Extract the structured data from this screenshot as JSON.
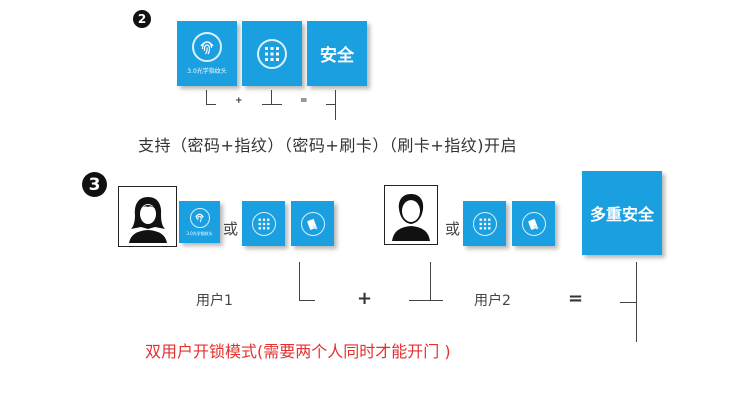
{
  "step2": {
    "number": "2",
    "tiles": [
      {
        "icon": "fingerprint-icon",
        "caption": "3.0光学指纹头"
      },
      {
        "icon": "keypad-icon"
      },
      {
        "label": "安全"
      }
    ],
    "operators": {
      "plus": "+",
      "equals": "="
    },
    "support_text": "支持（密码+指纹）（密码+刷卡）（刷卡+指纹)开启"
  },
  "step3": {
    "number": "3",
    "user1": {
      "avatar": "female-user-icon",
      "tiles": [
        {
          "icon": "fingerprint-icon",
          "caption": "3.0光学指纹头"
        },
        {
          "icon": "keypad-icon"
        },
        {
          "icon": "card-swipe-icon"
        }
      ],
      "or_text": "或",
      "label": "用户1"
    },
    "user2": {
      "avatar": "male-user-icon",
      "tiles": [
        {
          "icon": "keypad-icon"
        },
        {
          "icon": "card-swipe-icon"
        }
      ],
      "or_text": "或",
      "label": "用户2"
    },
    "operators": {
      "plus": "+",
      "equals": "="
    },
    "result_tile": "多重安全",
    "note": "双用户开锁模式(需要两个人同时才能开门 )"
  },
  "colors": {
    "tile_blue": "#1a9fe0",
    "note_red": "#e53030",
    "line": "#444444"
  }
}
